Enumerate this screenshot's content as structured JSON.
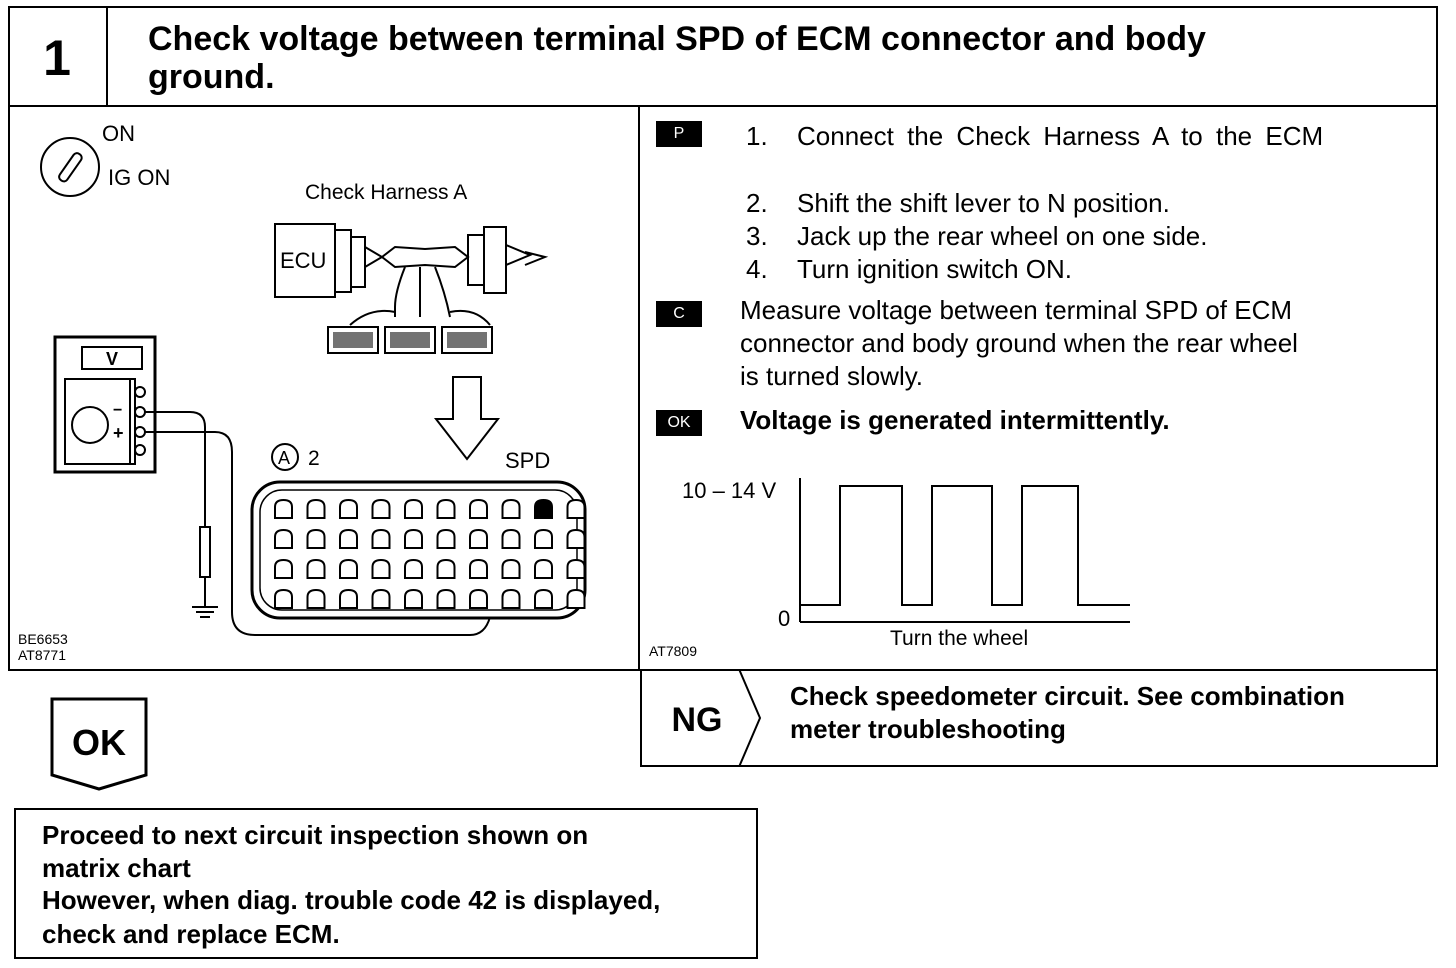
{
  "header": {
    "step_number": "1",
    "title_line1": "Check voltage between terminal SPD of ECM connector and body",
    "title_line2": "ground."
  },
  "illustration": {
    "ign_on": "ON",
    "ign_ig_on": "IG ON",
    "harness_label": "Check Harness A",
    "ecu_label": "ECU",
    "meter_label": "V",
    "minus": "−",
    "plus": "+",
    "connector_id": "A",
    "connector_num": "2",
    "terminal_label": "SPD",
    "code1": "BE6653",
    "code2": "AT8771"
  },
  "procedure": {
    "badge_p": "P",
    "step1_num": "1.",
    "step1": "Connect the Check Harness A to the ECM",
    "step2_num": "2.",
    "step2": "Shift the shift lever to N position.",
    "step3_num": "3.",
    "step3": "Jack up the rear wheel on one side.",
    "step4_num": "4.",
    "step4": "Turn ignition switch ON.",
    "badge_c": "C",
    "measure_line1": "Measure voltage between terminal SPD of ECM",
    "measure_line2": "connector and body ground when the rear wheel",
    "measure_line3": "is turned slowly.",
    "badge_ok": "OK",
    "ok_result": "Voltage is generated intermittently.",
    "waveform_high": "10 – 14 V",
    "waveform_low": "0",
    "waveform_xlabel": "Turn the wheel",
    "waveform_code": "AT7809",
    "waveform_levels": [
      0,
      1,
      0,
      1,
      0,
      1,
      0
    ]
  },
  "ng_branch": {
    "label": "NG",
    "line1": "Check speedometer circuit. See combination",
    "line2": "meter troubleshooting"
  },
  "ok_branch": {
    "label": "OK",
    "line1": "Proceed to next circuit inspection shown on",
    "line2": "matrix chart",
    "line3": "However, when diag. trouble code 42 is displayed,",
    "line4": "check and replace ECM."
  }
}
